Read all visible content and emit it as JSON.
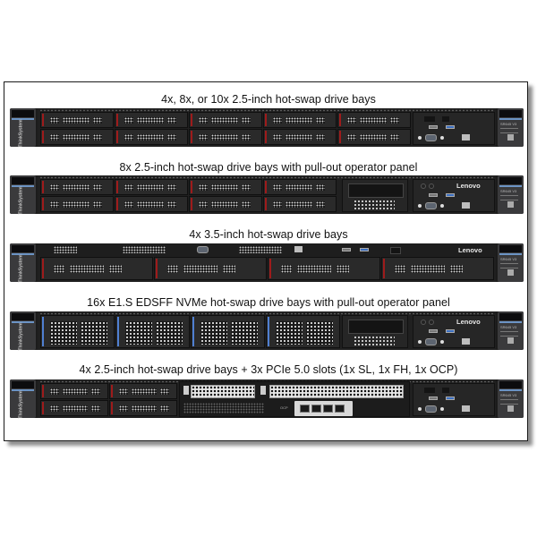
{
  "figure": {
    "configurations": [
      {
        "caption": "4x, 8x, or 10x 2.5-inch hot-swap drive bays",
        "drive_bays": 10,
        "drive_type": "2.5-inch",
        "latch_color": "#9e1b1b",
        "front_panel": "standard"
      },
      {
        "caption": "8x 2.5-inch hot-swap drive bays with pull-out operator panel",
        "drive_bays": 8,
        "drive_type": "2.5-inch",
        "latch_color": "#9e1b1b",
        "front_panel": "pull-out operator panel"
      },
      {
        "caption": "4x 3.5-inch hot-swap drive bays",
        "drive_bays": 4,
        "drive_type": "3.5-inch",
        "latch_color": "#9e1b1b",
        "front_panel": "top strip"
      },
      {
        "caption": "16x E1.S EDSFF NVMe hot-swap drive bays with pull-out operator panel",
        "drive_bays": 16,
        "drive_type": "E1.S EDSFF NVMe",
        "latch_color": "#4f7fd1",
        "front_panel": "pull-out operator panel"
      },
      {
        "caption": "4x 2.5-inch hot-swap drive bays + 3x PCIe 5.0 slots (1x SL, 1x FH, 1x OCP)",
        "drive_bays": 4,
        "drive_type": "2.5-inch",
        "latch_color": "#9e1b1b",
        "front_panel": "standard",
        "pcie_slots": [
          "SL",
          "FH",
          "OCP"
        ]
      }
    ],
    "branding": {
      "ear_text": "ThinkSystem",
      "logo_text": "Lenovo",
      "model_text": "SR645 V3",
      "ocp_label": "OCP"
    }
  }
}
